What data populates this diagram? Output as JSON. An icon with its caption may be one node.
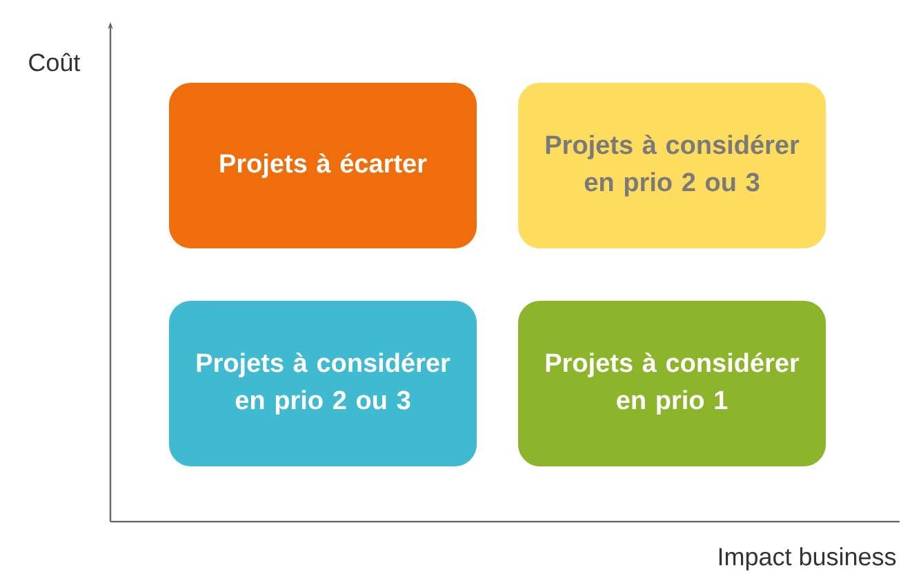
{
  "diagram": {
    "nodes": [
      {
        "text": [
          "Projets à écarter"
        ]
      },
      {
        "text": [
          "Projets à considérer en prio 2 ou 3"
        ]
      },
      {
        "text": [
          "Projets à considérer en prio 2 ou 3"
        ]
      },
      {
        "text": [
          "Projets à considérer en prio 1"
        ]
      }
    ],
    "labels": [
      "Coût",
      "Impact business"
    ]
  }
}
